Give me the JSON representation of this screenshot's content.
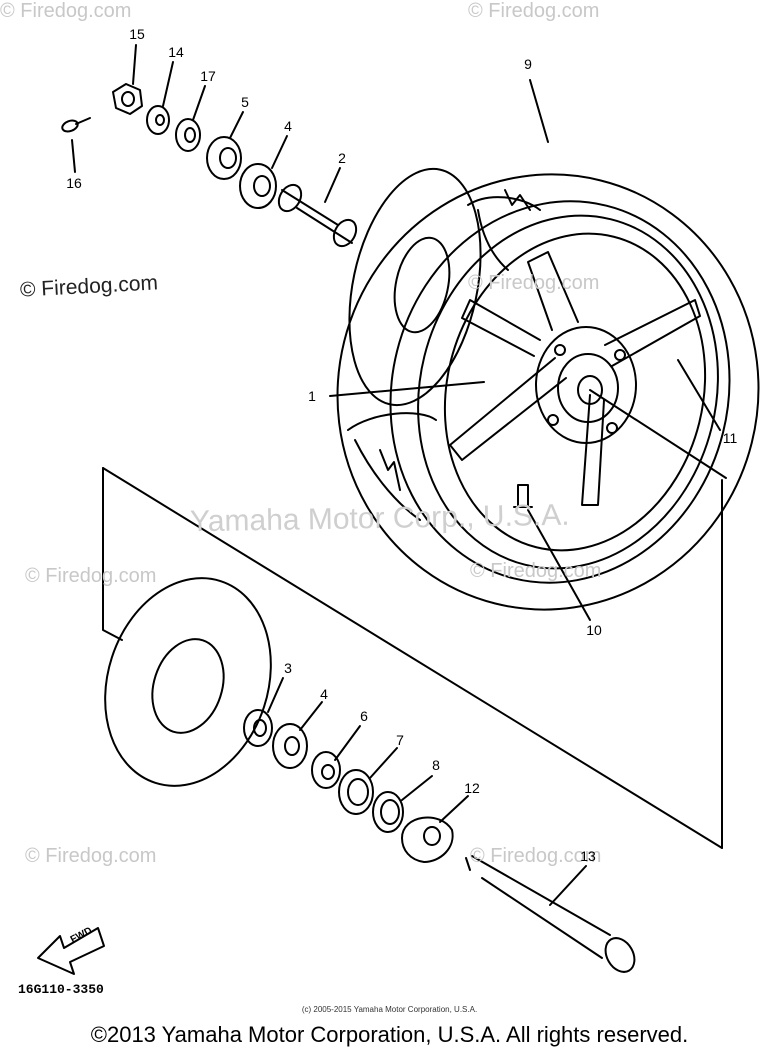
{
  "watermark": {
    "site": "© Firedog.com",
    "center": "Yamaha Motor Corp., U.S.A."
  },
  "callouts": [
    "1",
    "2",
    "3",
    "4",
    "4",
    "5",
    "6",
    "7",
    "8",
    "9",
    "10",
    "11",
    "12",
    "13",
    "14",
    "15",
    "16",
    "17"
  ],
  "part_code": "16G110-3350",
  "fwd_label": "FWD",
  "copyright_small": "(c) 2005-2015 Yamaha Motor Corporation, U.S.A.",
  "copyright_main": "©2013 Yamaha Motor Corporation, U.S.A. All rights reserved."
}
